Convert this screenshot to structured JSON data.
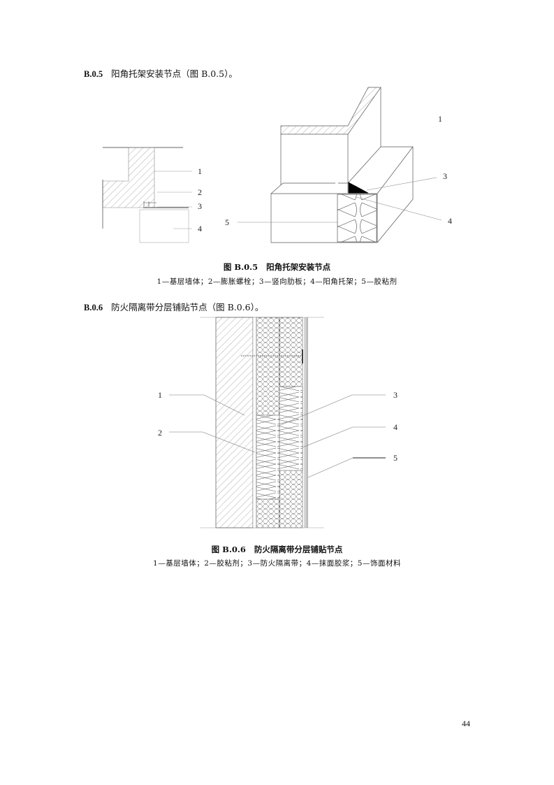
{
  "sections": [
    {
      "number": "B.0.5",
      "title": "阳角托架安装节点（图 B.0.5）。",
      "figure": {
        "caption_label": "图 B.0.5",
        "caption_title": "阳角托架安装节点",
        "legend": "1—基层墙体；2—膨胀螺栓；3—竖向肋板；4—阳角托架；5—胶粘剂",
        "callouts": [
          "1",
          "2",
          "3",
          "4",
          "5"
        ]
      }
    },
    {
      "number": "B.0.6",
      "title": "防火隔离带分层铺贴节点（图 B.0.6）。",
      "figure": {
        "caption_label": "图 B.0.6",
        "caption_title": "防火隔离带分层铺贴节点",
        "legend": "1—基层墙体；2—胶粘剂；3—防火隔离带；4—抹面胶浆；5—饰面材料",
        "callouts": [
          "1",
          "2",
          "3",
          "4",
          "5"
        ]
      }
    }
  ],
  "page_number": "44"
}
